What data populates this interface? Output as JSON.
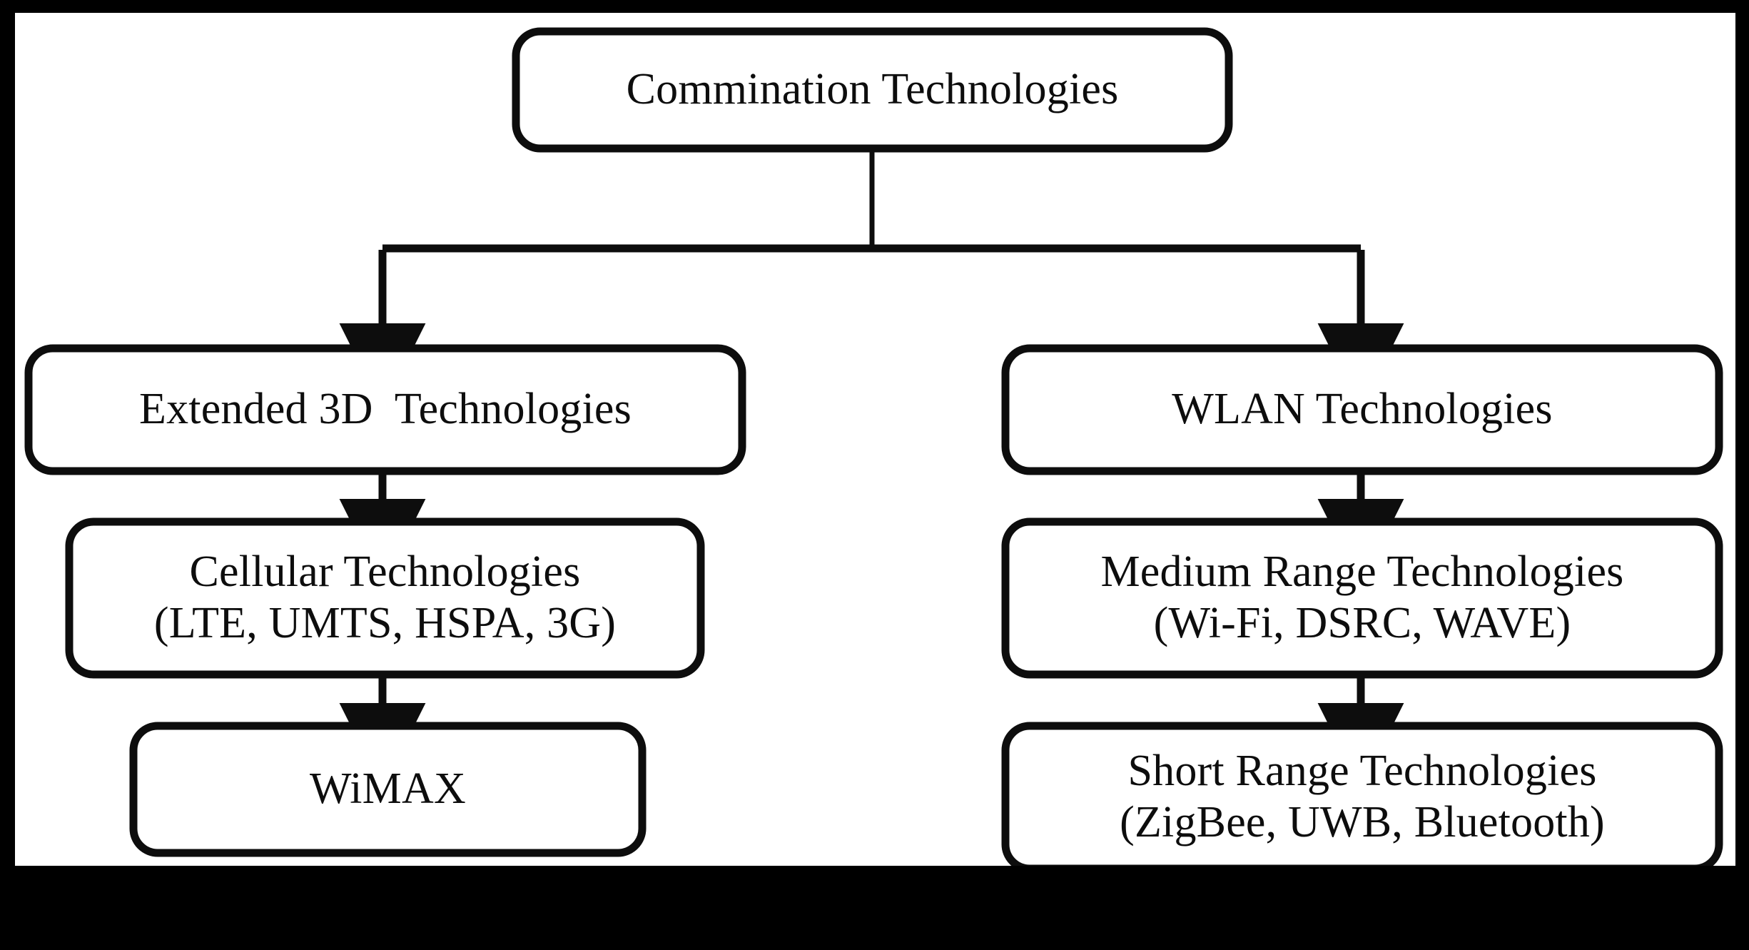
{
  "figure": {
    "background_color": "#000000",
    "canvas_color": "#ffffff",
    "stroke_color": "#0d0d0d",
    "title": "Commination Technologies taxonomy flowchart"
  },
  "diagram": {
    "type": "hierarchy-flowchart",
    "orientation": "top-down",
    "root": {
      "id": "root",
      "line1": "Commination Technologies",
      "line2": ""
    },
    "branches": [
      {
        "id": "left-branch",
        "nodes": [
          {
            "id": "extended-3d",
            "line1": "Extended 3D  Technologies",
            "line2": ""
          },
          {
            "id": "cellular",
            "line1": "Cellular Technologies",
            "line2": "(LTE, UMTS, HSPA, 3G)"
          },
          {
            "id": "wimax",
            "line1": "WiMAX",
            "line2": ""
          }
        ]
      },
      {
        "id": "right-branch",
        "nodes": [
          {
            "id": "wlan",
            "line1": "WLAN Technologies",
            "line2": ""
          },
          {
            "id": "medium-range",
            "line1": "Medium Range Technologies",
            "line2": "(Wi-Fi, DSRC, WAVE)"
          },
          {
            "id": "short-range",
            "line1": "Short Range Technologies",
            "line2": "(ZigBee, UWB, Bluetooth)"
          }
        ]
      }
    ],
    "edges": [
      {
        "id": "root-to-split",
        "from": "root",
        "to": "split-bar",
        "style": "plain"
      },
      {
        "id": "split-to-extended-3d",
        "from": "split-bar",
        "to": "extended-3d",
        "style": "arrow"
      },
      {
        "id": "split-to-wlan",
        "from": "split-bar",
        "to": "wlan",
        "style": "arrow"
      },
      {
        "id": "extended-3d-to-cellular",
        "from": "extended-3d",
        "to": "cellular",
        "style": "arrow"
      },
      {
        "id": "cellular-to-wimax",
        "from": "cellular",
        "to": "wimax",
        "style": "arrow"
      },
      {
        "id": "wlan-to-medium-range",
        "from": "wlan",
        "to": "medium-range",
        "style": "arrow"
      },
      {
        "id": "medium-range-to-short-range",
        "from": "medium-range",
        "to": "short-range",
        "style": "arrow"
      }
    ]
  }
}
